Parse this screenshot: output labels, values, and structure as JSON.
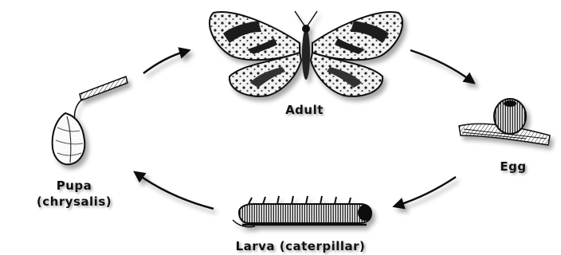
{
  "labels": {
    "adult": "Adult",
    "egg": "Egg",
    "larva": "Larva  (caterpillar)",
    "pupa_line1": "Pupa",
    "pupa_line2": "(chrysalis)"
  },
  "colors": {
    "ink": "#111111",
    "shadow": "#9a9a9a",
    "background": "#ffffff"
  },
  "icons": {
    "adult": "butterfly-icon",
    "egg": "egg-on-leaf-icon",
    "larva": "caterpillar-icon",
    "pupa": "chrysalis-icon"
  }
}
